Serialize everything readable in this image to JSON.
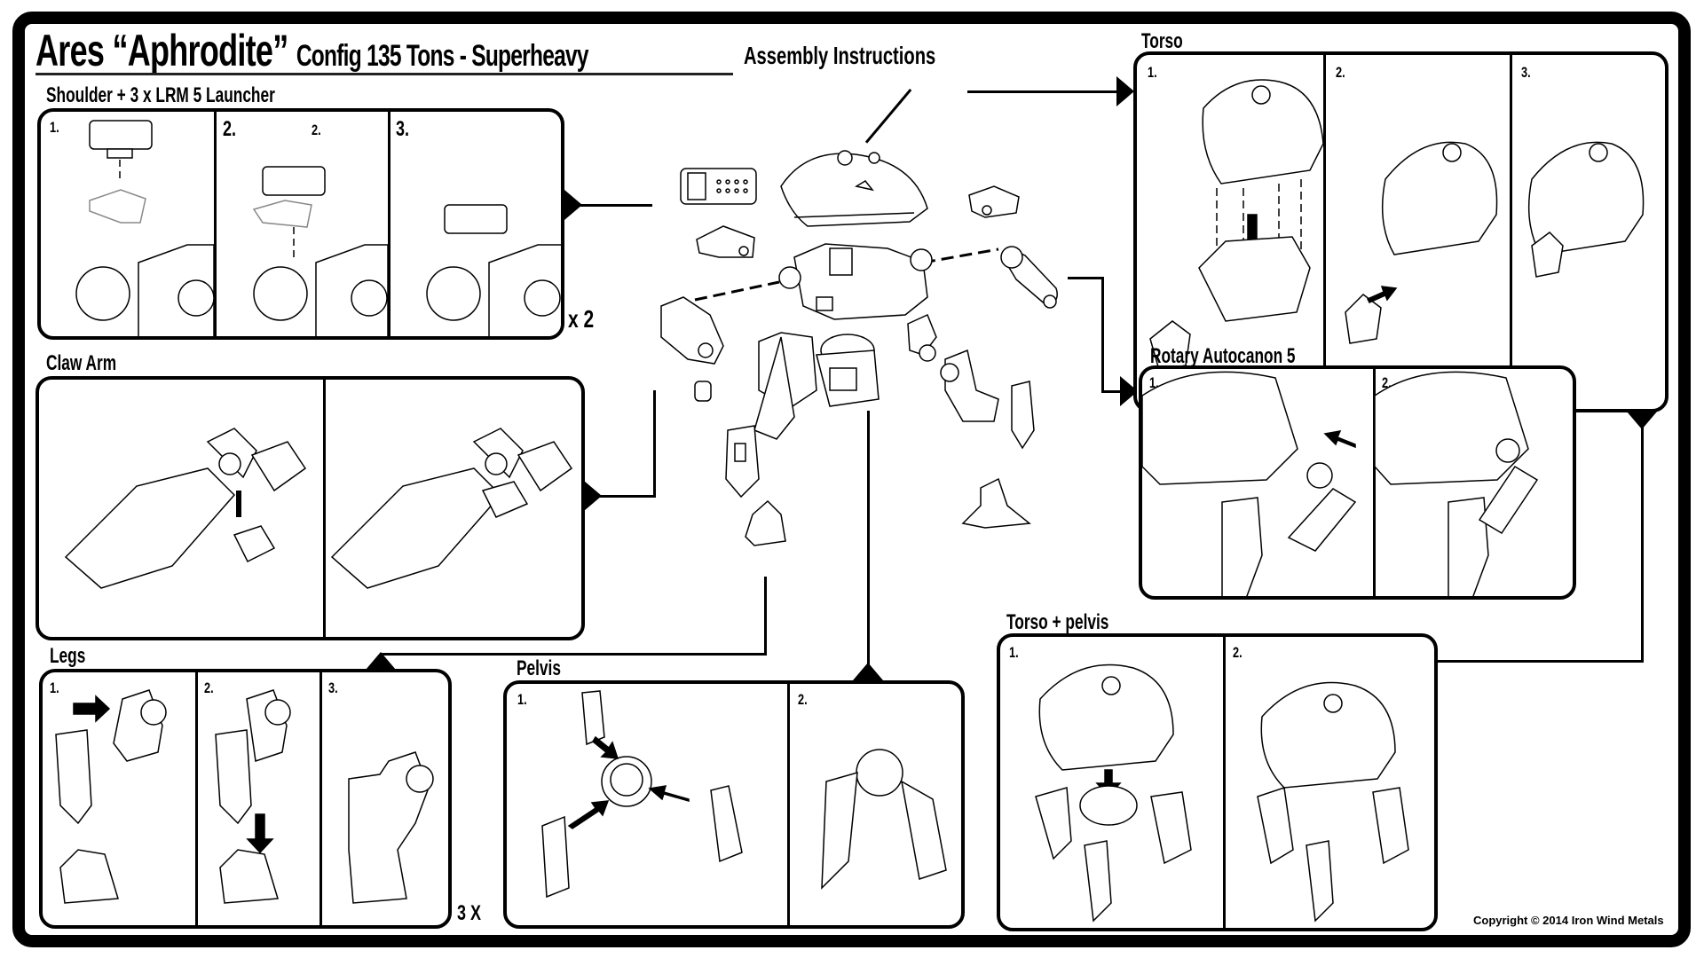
{
  "header": {
    "model": "Ares “Aphrodite”",
    "config": "Config 135 Tons - Superheavy",
    "subtitle": "Assembly Instructions"
  },
  "sections": {
    "shoulder": {
      "label": "Shoulder + 3 x LRM 5 Launcher",
      "steps": [
        "1.",
        "2.",
        "3."
      ],
      "inner_step": "2.",
      "multiplier": "x 2"
    },
    "claw_arm": {
      "label": "Claw Arm"
    },
    "legs": {
      "label": "Legs",
      "steps": [
        "1.",
        "2.",
        "3."
      ],
      "multiplier": "3 X"
    },
    "pelvis": {
      "label": "Pelvis",
      "steps": [
        "1.",
        "2."
      ]
    },
    "torso": {
      "label": "Torso",
      "steps": [
        "1.",
        "2.",
        "3."
      ]
    },
    "rotary": {
      "label": "Rotary Autocanon 5",
      "steps": [
        "1.",
        "2."
      ]
    },
    "torso_pelvis": {
      "label": "Torso + pelvis",
      "steps": [
        "1.",
        "2."
      ]
    }
  },
  "footer": {
    "copyright": "Copyright © 2014 Iron Wind Metals"
  },
  "colors": {
    "ink": "#000000",
    "paper": "#ffffff"
  }
}
